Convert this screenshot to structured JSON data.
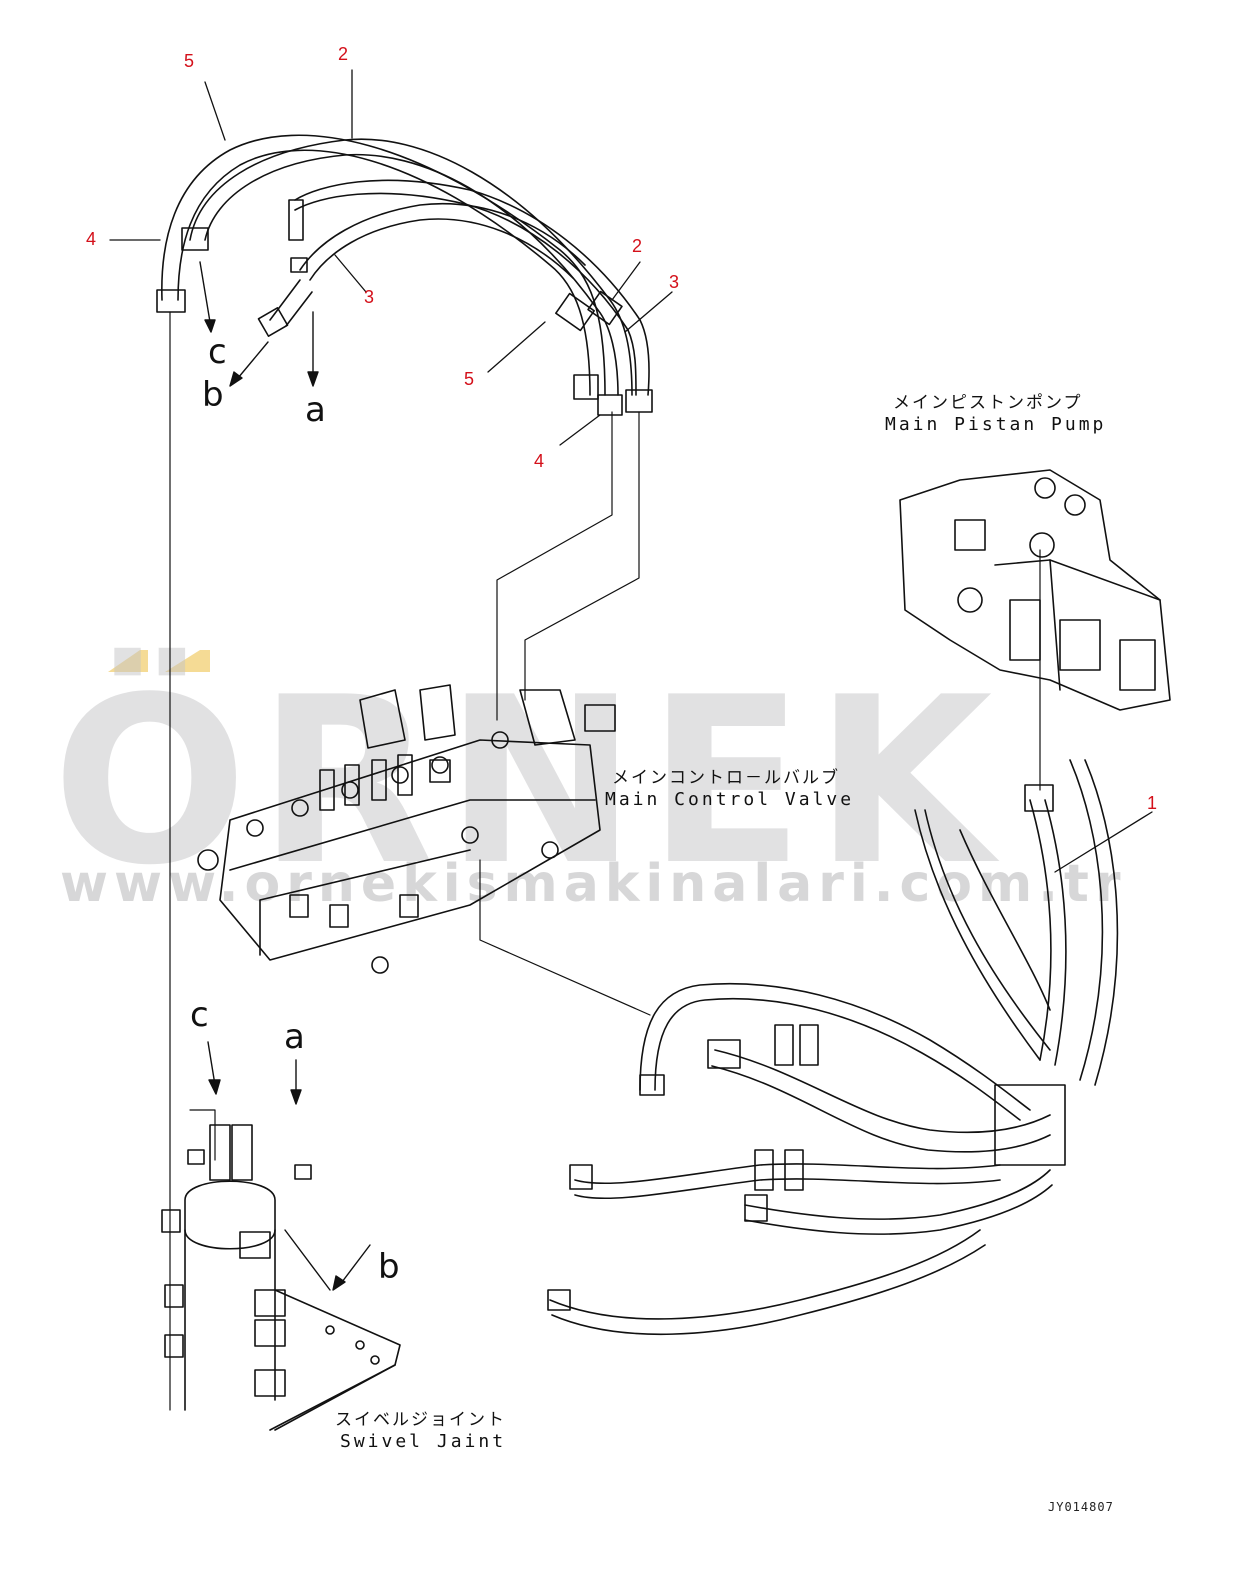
{
  "callouts": {
    "c5_top": "5",
    "c2_top": "2",
    "c4_left": "4",
    "c3_mid": "3",
    "c2_right": "2",
    "c3_right": "3",
    "c5_mid": "5",
    "c4_mid": "4",
    "c1_right": "1"
  },
  "letters": {
    "c_top": "c",
    "b_top": "b",
    "a_top": "a",
    "c_bottom": "c",
    "a_bottom": "a",
    "b_bottom": "b"
  },
  "components": {
    "pump_jp": "メインピストンポンプ",
    "pump_en": "Main Pistan Pump",
    "valve_jp": "メインコントロ－ルバルブ",
    "valve_en": "Main Control Valve",
    "swivel_jp": "スイベルジョイント",
    "swivel_en": "Swivel Jaint"
  },
  "watermark": {
    "brand": "ÖRNEK",
    "url": "www.ornekismakinalari.com.tr"
  },
  "drawing_code": "JY014807",
  "colors": {
    "callout": "#d4101a",
    "line": "#111111",
    "watermark_gray": "#c3c3c6",
    "watermark_accent": "#f2d27a"
  }
}
